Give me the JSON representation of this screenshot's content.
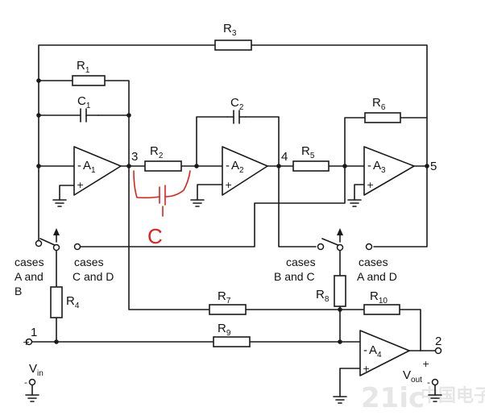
{
  "resistors": {
    "r1": {
      "name": "R",
      "sub": "1"
    },
    "r2": {
      "name": "R",
      "sub": "2"
    },
    "r3": {
      "name": "R",
      "sub": "3"
    },
    "r4": {
      "name": "R",
      "sub": "4"
    },
    "r5": {
      "name": "R",
      "sub": "5"
    },
    "r6": {
      "name": "R",
      "sub": "6"
    },
    "r7": {
      "name": "R",
      "sub": "7"
    },
    "r8": {
      "name": "R",
      "sub": "8"
    },
    "r9": {
      "name": "R",
      "sub": "9"
    },
    "r10": {
      "name": "R",
      "sub": "10"
    }
  },
  "capacitors": {
    "c1": {
      "name": "C",
      "sub": "1"
    },
    "c2": {
      "name": "C",
      "sub": "2"
    }
  },
  "amplifiers": {
    "a1": {
      "name": "A",
      "sub": "1",
      "minus": "-"
    },
    "a2": {
      "name": "A",
      "sub": "2",
      "minus": "-"
    },
    "a3": {
      "name": "A",
      "sub": "3",
      "minus": "-"
    },
    "a4": {
      "name": "A",
      "sub": "4",
      "minus": "-"
    }
  },
  "nodes": {
    "n1": "1",
    "n2": "2",
    "n3": "3",
    "n4": "4",
    "n5": "5"
  },
  "switch_labels": {
    "sw1": [
      "cases",
      "A and",
      "B"
    ],
    "sw2": [
      "cases",
      "C and D"
    ],
    "sw3": [
      "cases",
      "B and C"
    ],
    "sw4": [
      "cases",
      "A and D"
    ]
  },
  "vin": {
    "name": "V",
    "sub": "in"
  },
  "vout": {
    "name": "V",
    "sub": "out"
  },
  "annotation": {
    "letter": "C",
    "color": "#e0201a"
  },
  "watermark": {
    "text": "21ic",
    "sub": "中国电子网"
  }
}
